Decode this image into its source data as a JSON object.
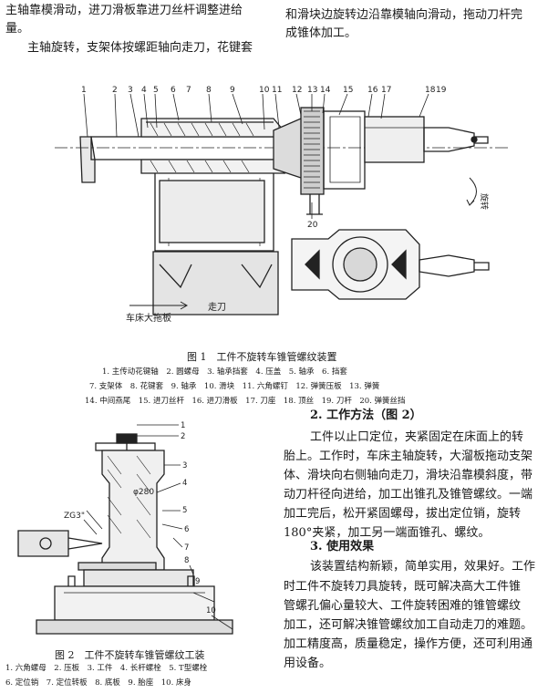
{
  "top_left": {
    "line1": "主轴靠模滑动，进刀滑板靠进刀丝杆调整进给",
    "line2": "量。",
    "line3": "主轴旋转，支架体按螺距轴向走刀，花键套"
  },
  "top_right": {
    "line1": "和滑块边旋转边沿靠模轴向滑动，拖动刀杆完",
    "line2": "成锥体加工。"
  },
  "fig1": {
    "numbers": [
      "1",
      "2",
      "3",
      "4",
      "5",
      "6",
      "7",
      "8",
      "9",
      "10",
      "11",
      "12",
      "13",
      "14",
      "15",
      "16",
      "17",
      "18",
      "19",
      "20"
    ],
    "label_bed": "车床大拖板",
    "label_feed": "走刀",
    "label_rotate": "旋转",
    "caption": "图 1　工件不旋转车锥管螺纹装置",
    "legend": [
      "1. 主传动花键轴　2. 圆螺母　3. 轴承挡套　4. 压盖　5. 轴承　6. 挡套",
      "7. 支架体　8. 花键套　9. 轴承　10. 滑块　11. 六角螺钉　12. 弹簧压板　13. 弹簧",
      "14. 中间燕尾　15. 进刀丝杆　16. 进刀滑板　17. 刀座　18. 顶丝　19. 刀杆　20. 弹簧丝挡"
    ]
  },
  "fig2": {
    "numbers": [
      "1",
      "2",
      "3",
      "4",
      "5",
      "6",
      "7",
      "8",
      "9",
      "10"
    ],
    "label_dia": "φ280",
    "label_taper": "ZG3\"",
    "caption": "图 2　工件不旋转车锥管螺纹工装",
    "legend": [
      "1. 六角螺母　2. 压板　3. 工件　4. 长杆螺栓　5. T型螺栓",
      "6. 定位销　7. 定位转板　8. 底板　9. 胎座　10. 床身"
    ]
  },
  "right_col": {
    "heading1": "2. 工作方法（图 2）",
    "para1": [
      "工件以止口定位，夹紧固定在床面上的转",
      "胎上。工作时，车床主轴旋转，大溜板拖动支架",
      "体、滑块向右侧轴向走刀，滑块沿靠模斜度，带",
      "动刀杆径向进给，加工出锥孔及锥管螺纹。一端",
      "加工完后，松开紧固螺母，拔出定位销，旋转",
      "180°夹紧，加工另一端面锥孔、螺纹。"
    ],
    "heading2": "3. 使用效果",
    "para2": [
      "该装置结构新颖，简单实用，效果好。工作",
      "时工件不旋转刀具旋转，既可解决高大工件锥",
      "管螺孔偏心量较大、工件旋转困难的锥管螺纹",
      "加工，还可解决锥管螺纹加工自动走刀的难题。",
      "加工精度高，质量稳定，操作方便，还可利用通",
      "用设备。"
    ]
  }
}
